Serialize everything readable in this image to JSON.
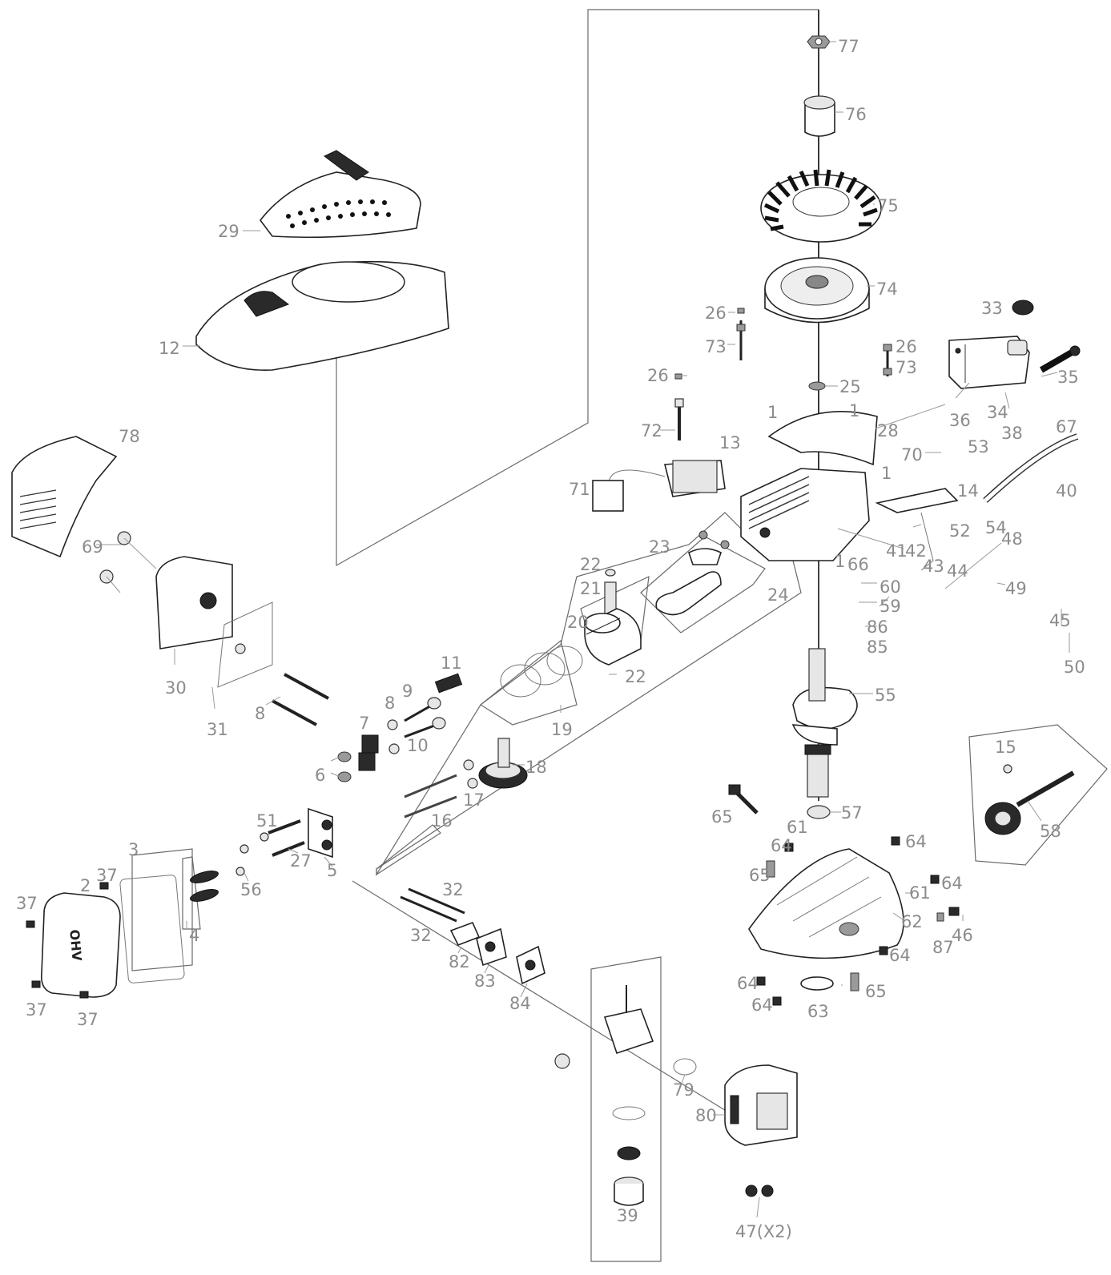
{
  "labels": [
    "77",
    "76",
    "75",
    "74",
    "33",
    "26",
    "73",
    "26",
    "73",
    "25",
    "35",
    "26",
    "72",
    "13",
    "1",
    "1",
    "28",
    "36",
    "34",
    "38",
    "67",
    "70",
    "53",
    "71",
    "1",
    "14",
    "40",
    "23",
    "54",
    "52",
    "41",
    "42",
    "22",
    "21",
    "24",
    "1",
    "66",
    "43",
    "44",
    "48",
    "20",
    "49",
    "60",
    "59",
    "45",
    "86",
    "85",
    "50",
    "11",
    "22",
    "69",
    "78",
    "30",
    "19",
    "9",
    "8",
    "8",
    "55",
    "10",
    "31",
    "7",
    "18",
    "6",
    "15",
    "17",
    "16",
    "65",
    "57",
    "58",
    "61",
    "51",
    "64",
    "64",
    "27",
    "5",
    "3",
    "56",
    "37",
    "2",
    "65",
    "32",
    "61",
    "64",
    "4",
    "37",
    "62",
    "46",
    "32",
    "87",
    "82",
    "83",
    "64",
    "65",
    "64",
    "84",
    "37",
    "37",
    "64",
    "63",
    "79",
    "80",
    "39",
    "47(X2)",
    "29",
    "12"
  ]
}
